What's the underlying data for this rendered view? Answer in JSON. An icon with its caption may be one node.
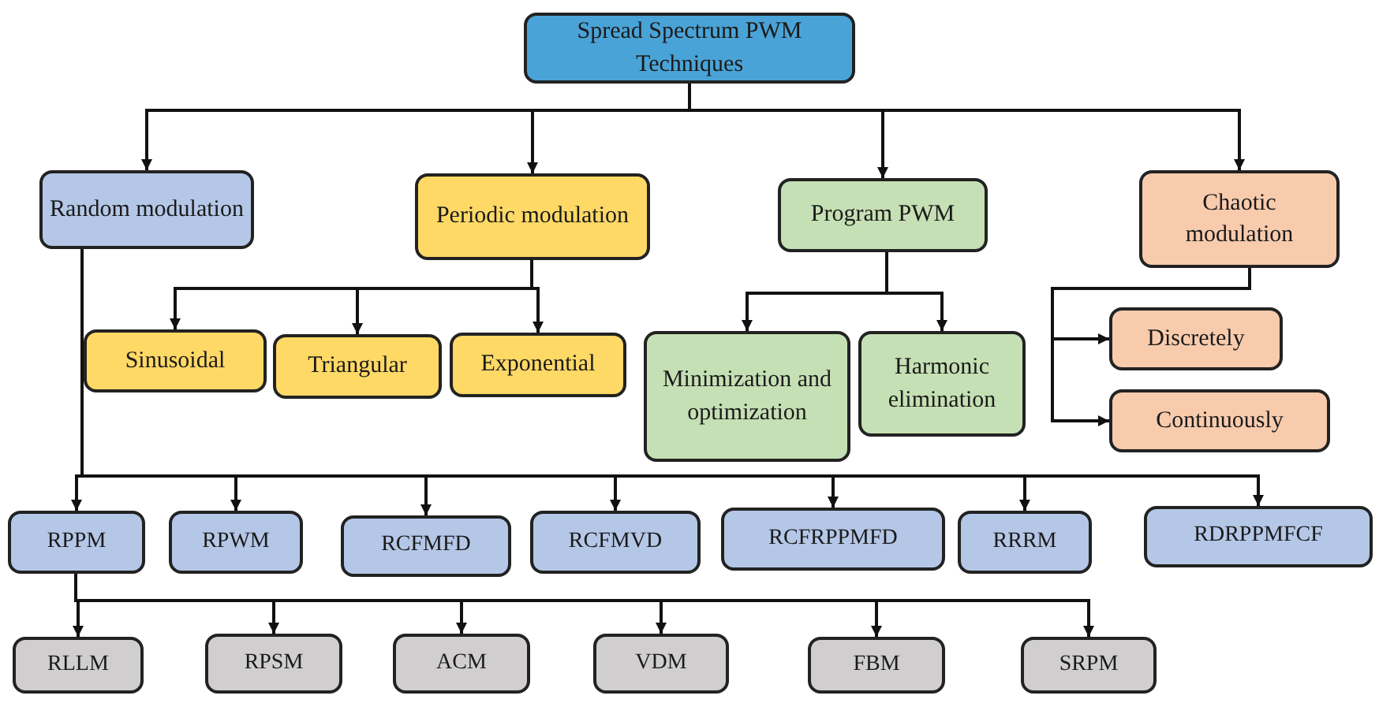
{
  "diagram": {
    "nodes": [
      {
        "text": [
          "Spread Spectrum PWM Techniques"
        ]
      },
      {
        "text": [
          "Random modulation"
        ]
      },
      {
        "text": [
          "Periodic modulation"
        ]
      },
      {
        "text": [
          "Program PWM"
        ]
      },
      {
        "text": [
          "Chaotic modulation"
        ]
      },
      {
        "text": [
          "Sinusoidal"
        ]
      },
      {
        "text": [
          "Triangular"
        ]
      },
      {
        "text": [
          "Exponential"
        ]
      },
      {
        "text": [
          "Minimization and optimization"
        ]
      },
      {
        "text": [
          "Harmonic elimination"
        ]
      },
      {
        "text": [
          "Discretely"
        ]
      },
      {
        "text": [
          "Continuously"
        ]
      },
      {
        "text": [
          "RPPM"
        ]
      },
      {
        "text": [
          "RPWM"
        ]
      },
      {
        "text": [
          "RCFMFD"
        ]
      },
      {
        "text": [
          "RCFMVD"
        ]
      },
      {
        "text": [
          "RCFRPPMFD"
        ]
      },
      {
        "text": [
          "RRRM"
        ]
      },
      {
        "text": [
          "RDRPPMFCF"
        ]
      },
      {
        "text": [
          "RLLM"
        ]
      },
      {
        "text": [
          "RPSM"
        ]
      },
      {
        "text": [
          "ACM"
        ]
      },
      {
        "text": [
          "VDM"
        ]
      },
      {
        "text": [
          "FBM"
        ]
      },
      {
        "text": [
          "SRPM"
        ]
      }
    ],
    "edges": [
      {
        "from": 0,
        "to": 1,
        "arrow": "to"
      },
      {
        "from": 0,
        "to": 2,
        "arrow": "to"
      },
      {
        "from": 0,
        "to": 3,
        "arrow": "to"
      },
      {
        "from": 0,
        "to": 4,
        "arrow": "to"
      },
      {
        "from": 2,
        "to": 5,
        "arrow": "to"
      },
      {
        "from": 2,
        "to": 6,
        "arrow": "to"
      },
      {
        "from": 2,
        "to": 7,
        "arrow": "to"
      },
      {
        "from": 3,
        "to": 8,
        "arrow": "to"
      },
      {
        "from": 3,
        "to": 9,
        "arrow": "to"
      },
      {
        "from": 4,
        "to": 10,
        "arrow": "to"
      },
      {
        "from": 4,
        "to": 11,
        "arrow": "to"
      },
      {
        "from": 1,
        "to": 12,
        "arrow": "to"
      },
      {
        "from": 1,
        "to": 13,
        "arrow": "to"
      },
      {
        "from": 1,
        "to": 14,
        "arrow": "to"
      },
      {
        "from": 1,
        "to": 15,
        "arrow": "to"
      },
      {
        "from": 1,
        "to": 16,
        "arrow": "to"
      },
      {
        "from": 1,
        "to": 17,
        "arrow": "to"
      },
      {
        "from": 1,
        "to": 18,
        "arrow": "to"
      },
      {
        "from": 12,
        "to": 19,
        "arrow": "to"
      },
      {
        "from": 12,
        "to": 20,
        "arrow": "to"
      },
      {
        "from": 12,
        "to": 21,
        "arrow": "to"
      },
      {
        "from": 12,
        "to": 22,
        "arrow": "to"
      },
      {
        "from": 12,
        "to": 23,
        "arrow": "to"
      },
      {
        "from": 12,
        "to": 24,
        "arrow": "to"
      }
    ]
  }
}
